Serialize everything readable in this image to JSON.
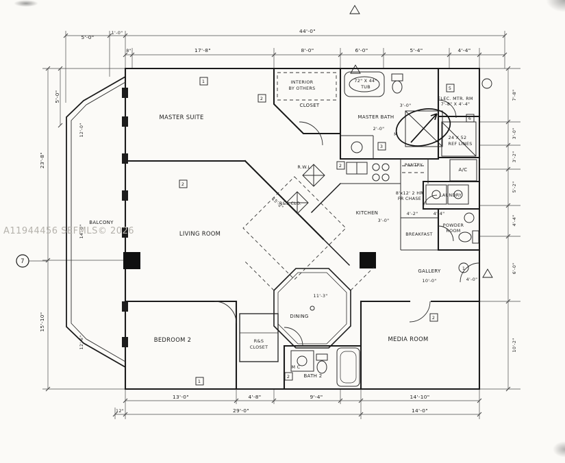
{
  "colors": {
    "line": "#1a1a1a",
    "paper": "#fbfaf7",
    "watermark": "#b5b2ac"
  },
  "watermark": "A11944456 SEFMLS© 2026",
  "labels": {
    "master_suite": "MASTER SUITE",
    "living_room": "LIVING ROOM",
    "bedroom_2": "BEDROOM 2",
    "balcony": "BALCONY",
    "closet": "CLOSET",
    "interior_line1": "INTERIOR",
    "interior_line2": "BY OTHERS",
    "tub_line1": "72\" X 44\"",
    "tub_line2": "TUB",
    "master_bath": "MASTER BATH",
    "elec_line1": "ELEC. MTR. RM",
    "elec_line2": "7'-8\" X 4'-4\"",
    "ref_line1": "24 X 52",
    "ref_line2": "REF LINES",
    "ac": "A/C",
    "pantry": "PANTRY",
    "laundry": "LAUNDRY",
    "kitchen": "KITCHEN",
    "chase_line1": "8'x12' 2 HR",
    "chase_line2": "FR CHASE",
    "breakfast": "BREAKFAST",
    "powder_line1": "POWDER",
    "powder_line2": "ROOM",
    "gallery": "GALLERY",
    "media_room": "MEDIA ROOM",
    "dining": "DINING",
    "rs_closet_line1": "R&S",
    "rs_closet_line2": "CLOSET",
    "rwl": "R.W.L.",
    "rs_clo": "R&S CLO.",
    "bath_2": "BATH 2",
    "mc": "M C",
    "m": "M"
  },
  "dims": {
    "top_5_0": "5'-0\"",
    "top_1_0": "1'-0\"",
    "top_44_0": "44'-0\"",
    "top_8in": "8\"",
    "top_17_8": "17'-8\"",
    "top_8_0": "8'-0\"",
    "top_6_0": "6'-0\"",
    "top_5_4": "5'-4\"",
    "top_4_4": "4'-4\"",
    "left_5_0": "5'-0\"",
    "left_23_8": "23'-8\"",
    "left_15_10": "15'-10\"",
    "room_12_0": "12'-0\"",
    "room_14_0": "14'-0\"",
    "room_12_6": "12'-6\"",
    "right_7_8": "7'-8\"",
    "right_3_0": "3'-0\"",
    "right_3_2": "3'-2\"",
    "right_5_2": "5'-2\"",
    "right_4_4": "4'-4\"",
    "right_6_0": "6'-0\"",
    "right_10_2": "10'-2\"",
    "bot_13_0": "13'-0\"",
    "bot_4_8": "4'-8\"",
    "bot_9_4": "9'-4\"",
    "bot_14_10": "14'-10\"",
    "bot_12in": "12\"",
    "bot_29_0": "29'-0\"",
    "bot_14_0": "14'-0\"",
    "din_11_3": "11'-3\"",
    "gal_10_0": "10'-0\"",
    "kit_3_0": "3'-0\"",
    "brk_4_2": "4'-2\"",
    "brk_4_4": "4'-4\"",
    "mb_2_0": "2'-0\"",
    "mb_3_0": "3'-0\"",
    "lr_15_2": "15'-2\"",
    "gal_4_0": "4'-0\""
  },
  "markers": {
    "bubble_7": "7",
    "bubble_1": "1",
    "sq_1a": "1",
    "sq_2a": "2",
    "sq_2b": "2",
    "sq_3": "3",
    "sq_2c": "2",
    "sq_5": "5",
    "sq_6": "6",
    "sq_1b": "1",
    "sq_2d": "2",
    "sq_2e": "2"
  }
}
